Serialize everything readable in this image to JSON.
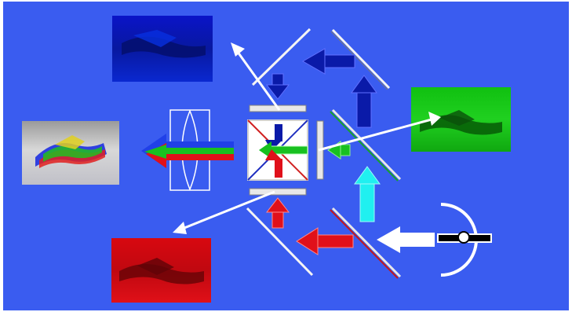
{
  "diagram": {
    "type": "three-lcd-projector-optical-path",
    "colors": {
      "background": "#3a5cf0",
      "frame": "#ffffff",
      "light_white": "#ffffff",
      "red": "#e0101a",
      "green": "#18c020",
      "blue": "#0a1aa8",
      "cyan": "#20f0f0",
      "mirror": "#f4f4f4",
      "mirror_red": "#c01820",
      "mirror_green": "#18a030",
      "mirror_blue": "#2020c0",
      "prism_edge": "#ffffff"
    },
    "components": [
      {
        "id": "lamp",
        "icon": "lamp-icon"
      },
      {
        "id": "reflector",
        "icon": "reflector-arc"
      },
      {
        "id": "dichroic-mirror-red",
        "icon": "dichroic-mirror"
      },
      {
        "id": "dichroic-mirror-green",
        "icon": "dichroic-mirror"
      },
      {
        "id": "fold-mirror-top-left",
        "icon": "mirror"
      },
      {
        "id": "fold-mirror-top-right",
        "icon": "mirror"
      },
      {
        "id": "fold-mirror-bottom-left",
        "icon": "mirror"
      },
      {
        "id": "lcd-panel-blue",
        "icon": "lcd-panel"
      },
      {
        "id": "lcd-panel-green",
        "icon": "lcd-panel"
      },
      {
        "id": "lcd-panel-red",
        "icon": "lcd-panel"
      },
      {
        "id": "combining-prism",
        "icon": "dichroic-prism"
      },
      {
        "id": "projection-lens",
        "icon": "lens"
      },
      {
        "id": "image-blue",
        "icon": "blue-channel-image"
      },
      {
        "id": "image-green",
        "icon": "green-channel-image"
      },
      {
        "id": "image-red",
        "icon": "red-channel-image"
      },
      {
        "id": "image-composite",
        "icon": "full-color-image"
      }
    ]
  }
}
